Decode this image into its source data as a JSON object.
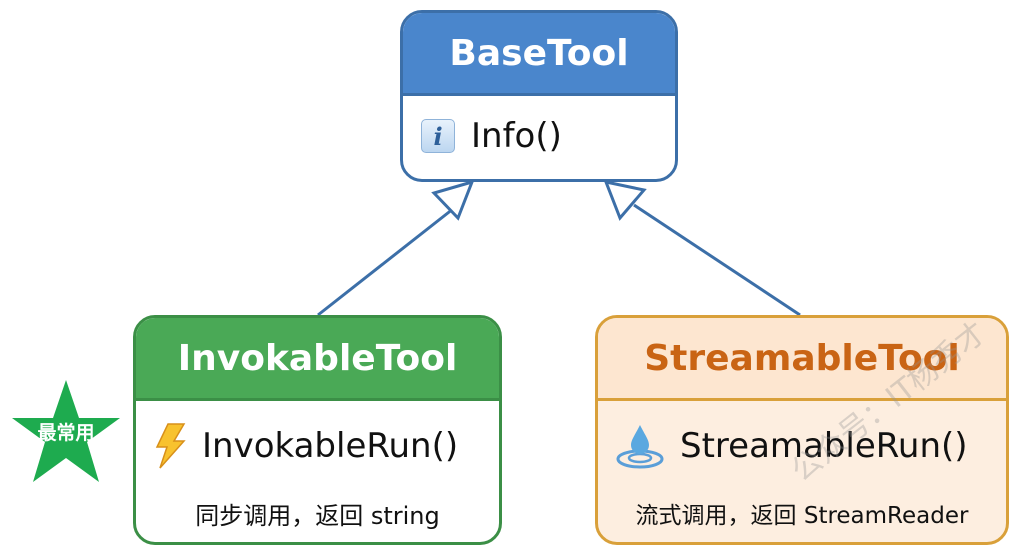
{
  "diagram": {
    "base": {
      "title": "BaseTool",
      "method": "Info()",
      "method_icon": "info-icon",
      "color": "#4a86cc"
    },
    "invokable": {
      "title": "InvokableTool",
      "method": "InvokableRun()",
      "method_icon": "lightning-icon",
      "description": "同步调用，返回 string",
      "badge": "最常用",
      "color": "#4aa956"
    },
    "streamable": {
      "title": "StreamableTool",
      "method": "StreamableRun()",
      "method_icon": "water-drop-icon",
      "description": "流式调用，返回 StreamReader",
      "color": "#c96414"
    },
    "relations": [
      {
        "from": "InvokableTool",
        "to": "BaseTool",
        "type": "inheritance"
      },
      {
        "from": "StreamableTool",
        "to": "BaseTool",
        "type": "inheritance"
      }
    ],
    "watermark": "公众号：IT杨秀才"
  }
}
